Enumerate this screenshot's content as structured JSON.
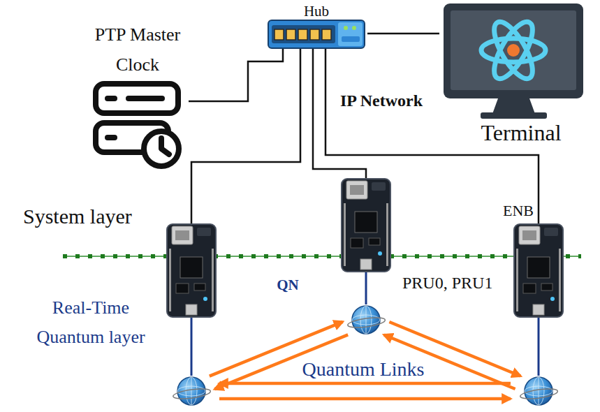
{
  "diagram": {
    "nodes": [
      {
        "text": [
          "PTP Master Clock"
        ]
      },
      {
        "text": [
          "Hub"
        ]
      },
      {
        "text": [
          "Terminal"
        ]
      },
      {
        "text": []
      },
      {
        "text": []
      },
      {
        "text": []
      },
      {
        "text": []
      },
      {
        "text": []
      },
      {
        "text": []
      }
    ],
    "edges": [
      {
        "from": 0,
        "to": 1,
        "arrow": "none"
      },
      {
        "from": 1,
        "to": 2,
        "arrow": "none"
      },
      {
        "from": 1,
        "to": 3,
        "arrow": "none"
      },
      {
        "from": 1,
        "to": 4,
        "arrow": "none"
      },
      {
        "from": 1,
        "to": 5,
        "arrow": "none"
      },
      {
        "from": 3,
        "to": 6,
        "arrow": "none"
      },
      {
        "from": 4,
        "to": 7,
        "arrow": "none"
      },
      {
        "from": 5,
        "to": 8,
        "arrow": "none"
      },
      {
        "from": 6,
        "to": 7,
        "arrow": "to"
      },
      {
        "from": 7,
        "to": 6,
        "arrow": "to"
      },
      {
        "from": 7,
        "to": 8,
        "arrow": "to"
      },
      {
        "from": 8,
        "to": 7,
        "arrow": "to"
      },
      {
        "from": 8,
        "to": 6,
        "arrow": "to"
      },
      {
        "from": 6,
        "to": 8,
        "arrow": "to"
      }
    ],
    "labels": [
      "IP Network",
      "System layer",
      "ENB",
      "QN",
      "PRU0, PRU1",
      "Real-Time Quantum layer",
      "Quantum Links"
    ]
  }
}
